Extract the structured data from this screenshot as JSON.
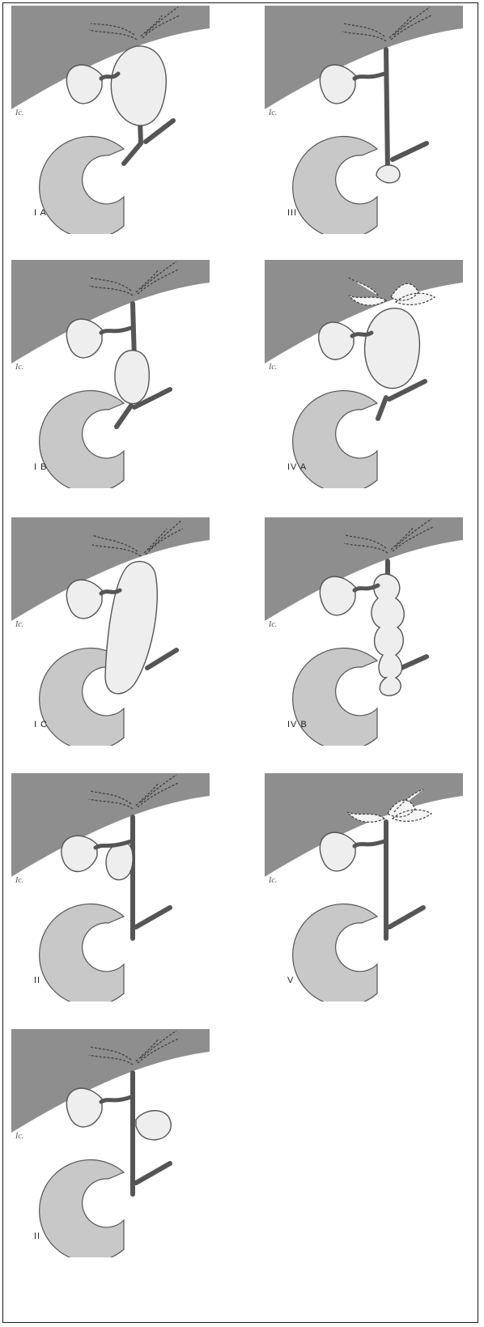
{
  "colors": {
    "liver": "#8e8e8e",
    "duct_fill": "#eeeeee",
    "outline": "#555555",
    "dashed": "#3a3a3a",
    "duodenum": "#c8c8c8"
  },
  "panels": [
    {
      "id": "ia",
      "label": "I A",
      "signature": "Ic.",
      "variant": "fusiform-large"
    },
    {
      "id": "iii",
      "label": "III",
      "signature": "Ic.",
      "variant": "choledochocele"
    },
    {
      "id": "ib",
      "label": "I B",
      "signature": "Ic.",
      "variant": "focal-segment"
    },
    {
      "id": "iva",
      "label": "IV A",
      "signature": "Ic.",
      "variant": "intra-and-extra"
    },
    {
      "id": "ic",
      "label": "I C",
      "signature": "Ic.",
      "variant": "diffuse-fusiform"
    },
    {
      "id": "ivb",
      "label": "IV B",
      "signature": "Ic.",
      "variant": "multiple-extra"
    },
    {
      "id": "ii-a",
      "label": "II",
      "signature": "Ic.",
      "variant": "diverticulum-near-gb"
    },
    {
      "id": "v",
      "label": "V",
      "signature": "Ic.",
      "variant": "intrahepatic-only"
    },
    {
      "id": "ii-b",
      "label": "II",
      "signature": "Ic.",
      "variant": "diverticulum-lateral"
    }
  ]
}
